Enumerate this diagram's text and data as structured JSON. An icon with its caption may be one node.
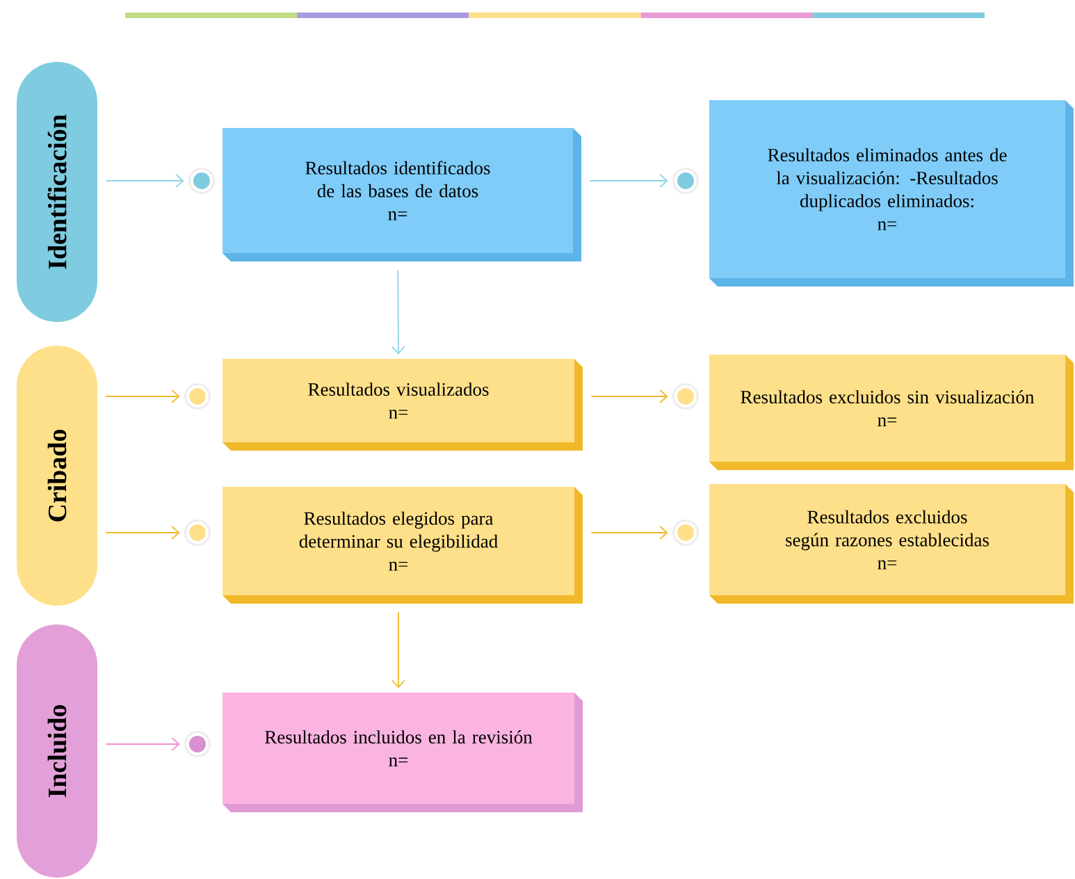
{
  "diagram": {
    "nodes": [
      {
        "text": [
          "Identificación"
        ]
      },
      {
        "text": [],
        "shape": "circle"
      },
      {
        "text": [
          "Resultados identificados de las bases de datos",
          "n="
        ]
      },
      {
        "text": [],
        "shape": "circle"
      },
      {
        "text": [
          "Resultados eliminados antes de la visualización: -Resultados duplicados eliminados:",
          "n="
        ]
      },
      {
        "text": [
          "Cribado"
        ]
      },
      {
        "text": [],
        "shape": "circle"
      },
      {
        "text": [
          "Resultados visualizados",
          "n="
        ]
      },
      {
        "text": [],
        "shape": "circle"
      },
      {
        "text": [
          "Resultados excluidos sin visualización",
          "n="
        ]
      },
      {
        "text": [],
        "shape": "circle"
      },
      {
        "text": [
          "Resultados elegidos para determinar su elegibilidad",
          "n="
        ]
      },
      {
        "text": [],
        "shape": "circle"
      },
      {
        "text": [
          "Resultados excluidos según razones establecidas",
          "n="
        ]
      },
      {
        "text": [
          "Incluido"
        ]
      },
      {
        "text": [],
        "shape": "circle"
      },
      {
        "text": [
          "Resultados incluidos en la revisión",
          "n="
        ]
      }
    ],
    "edges": [
      {
        "from": 0,
        "to": 1,
        "arrow": "to",
        "color": "#8dd3ea"
      },
      {
        "from": 2,
        "to": 3,
        "arrow": "to",
        "color": "#8dd3ea"
      },
      {
        "from": 2,
        "to": 7,
        "arrow": "to",
        "color": "#8dd3ea"
      },
      {
        "from": 5,
        "to": 6,
        "arrow": "to"
      },
      {
        "from": 7,
        "to": 8,
        "arrow": "to"
      },
      {
        "from": 5,
        "to": 10,
        "arrow": "to"
      },
      {
        "from": 11,
        "to": 12,
        "arrow": "to"
      },
      {
        "from": 11,
        "to": 16,
        "arrow": "to"
      },
      {
        "from": 14,
        "to": 15,
        "arrow": "to",
        "color": "#f28fcd"
      }
    ]
  }
}
